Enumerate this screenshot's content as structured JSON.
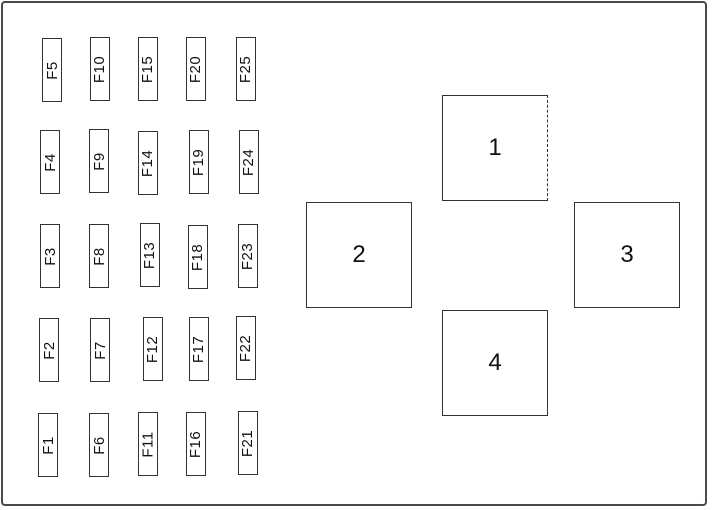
{
  "fuses": {
    "F1": "F1",
    "F2": "F2",
    "F3": "F3",
    "F4": "F4",
    "F5": "F5",
    "F6": "F6",
    "F7": "F7",
    "F8": "F8",
    "F9": "F9",
    "F10": "F10",
    "F11": "F11",
    "F12": "F12",
    "F13": "F13",
    "F14": "F14",
    "F15": "F15",
    "F16": "F16",
    "F17": "F17",
    "F18": "F18",
    "F19": "F19",
    "F20": "F20",
    "F21": "F21",
    "F22": "F22",
    "F23": "F23",
    "F24": "F24",
    "F25": "F25"
  },
  "relays": {
    "r1": "1",
    "r2": "2",
    "r3": "3",
    "r4": "4"
  }
}
